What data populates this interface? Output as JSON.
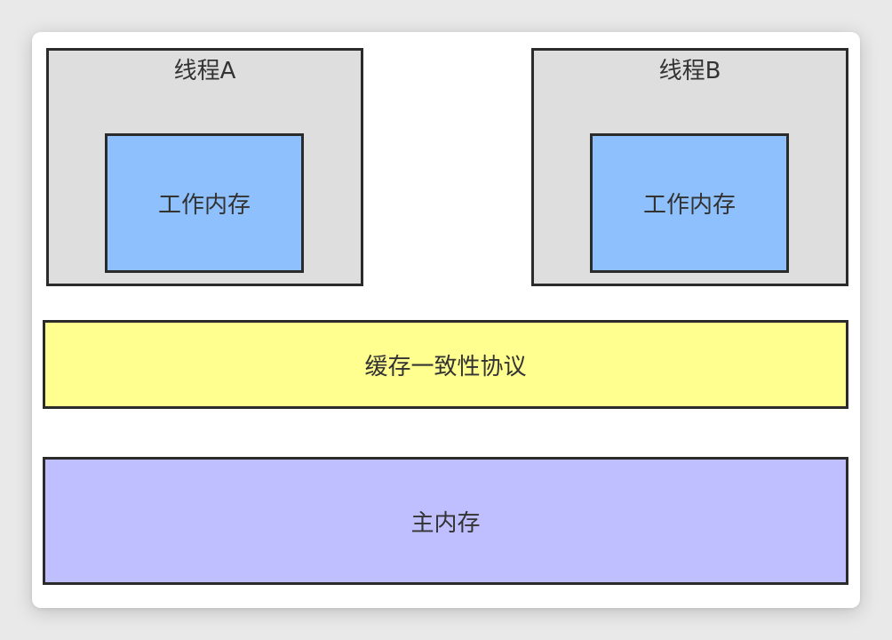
{
  "diagram": {
    "threads": [
      {
        "label": "线程A",
        "work_memory_label": "工作内存"
      },
      {
        "label": "线程B",
        "work_memory_label": "工作内存"
      }
    ],
    "cache_coherence_label": "缓存一致性协议",
    "main_memory_label": "主内存"
  },
  "colors": {
    "thread_fill": "#dedede",
    "work_memory_fill": "#8ec0fd",
    "cache_coherence_fill": "#ffff8f",
    "main_memory_fill": "#bfbfff",
    "stroke": "#2b2b2b"
  }
}
